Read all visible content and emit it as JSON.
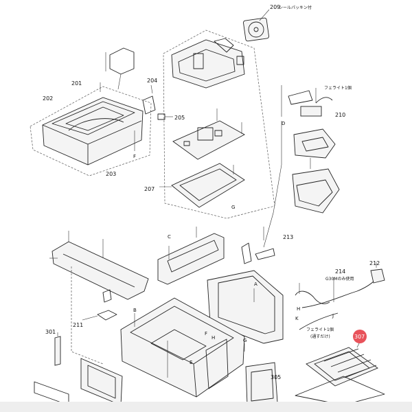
{
  "callouts": {
    "c201": "201",
    "c202": "202",
    "c203": "203",
    "c204": "204",
    "c205": "205",
    "c207": "207",
    "c209": "209",
    "c210": "210",
    "c211": "211",
    "c212": "212",
    "c213": "213",
    "c214": "214",
    "c301": "301",
    "c305": "305",
    "c307": "307"
  },
  "letters": {
    "a": "A",
    "b": "B",
    "c": "C",
    "d": "D",
    "e": "E",
    "f": "F",
    "g": "G",
    "h": "H",
    "j": "J",
    "k": "K"
  },
  "notes": {
    "seal_packing": "シールパッキン付",
    "ferrite_1_top": "フェライト1個",
    "g30m_only": "G30Mのみ使用",
    "ferrite_1_bottom": "フェライト1個",
    "pass_through_only": "(通すだけ)"
  },
  "colors": {
    "highlight": "#e8525a",
    "line": "#222222"
  }
}
